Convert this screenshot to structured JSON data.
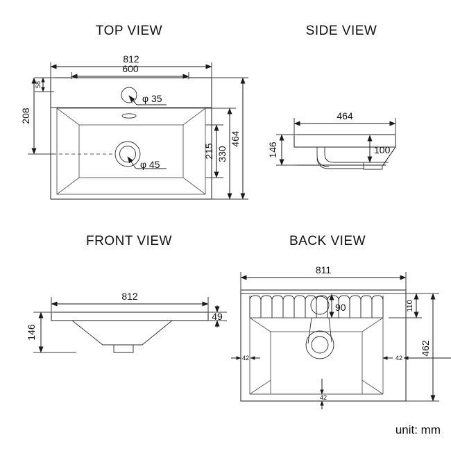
{
  "document": {
    "kind": "technical-drawing",
    "subject": "bathroom basin / vanity top",
    "unit_note": "unit: mm"
  },
  "views": {
    "top": {
      "title": "TOP VIEW",
      "dims": {
        "overall_width": "812",
        "inner_width": "600",
        "back_ledge": "58",
        "front_to_drain": "208",
        "overall_depth": "464",
        "bowl_depth": "330",
        "bowl_inner_depth": "215",
        "faucet_hole": "φ 35",
        "drain_hole": "φ 45"
      }
    },
    "side": {
      "title": "SIDE VIEW",
      "dims": {
        "depth": "464",
        "height": "146",
        "bowl_depth": "100"
      }
    },
    "front": {
      "title": "FRONT VIEW",
      "dims": {
        "width": "812",
        "height": "146",
        "rim_thickness": "49"
      }
    },
    "back": {
      "title": "BACK VIEW",
      "dims": {
        "width": "811",
        "height": "462",
        "ledge_height": "110",
        "faucet_offset": "90",
        "left_inset": "42",
        "right_inset": "42",
        "bottom_inset": "42"
      }
    }
  },
  "footer": {
    "unit_label": "unit: mm"
  },
  "colors": {
    "line": "#1a1a1a",
    "soft_line": "#555555",
    "background": "#ffffff",
    "text": "#111111"
  }
}
